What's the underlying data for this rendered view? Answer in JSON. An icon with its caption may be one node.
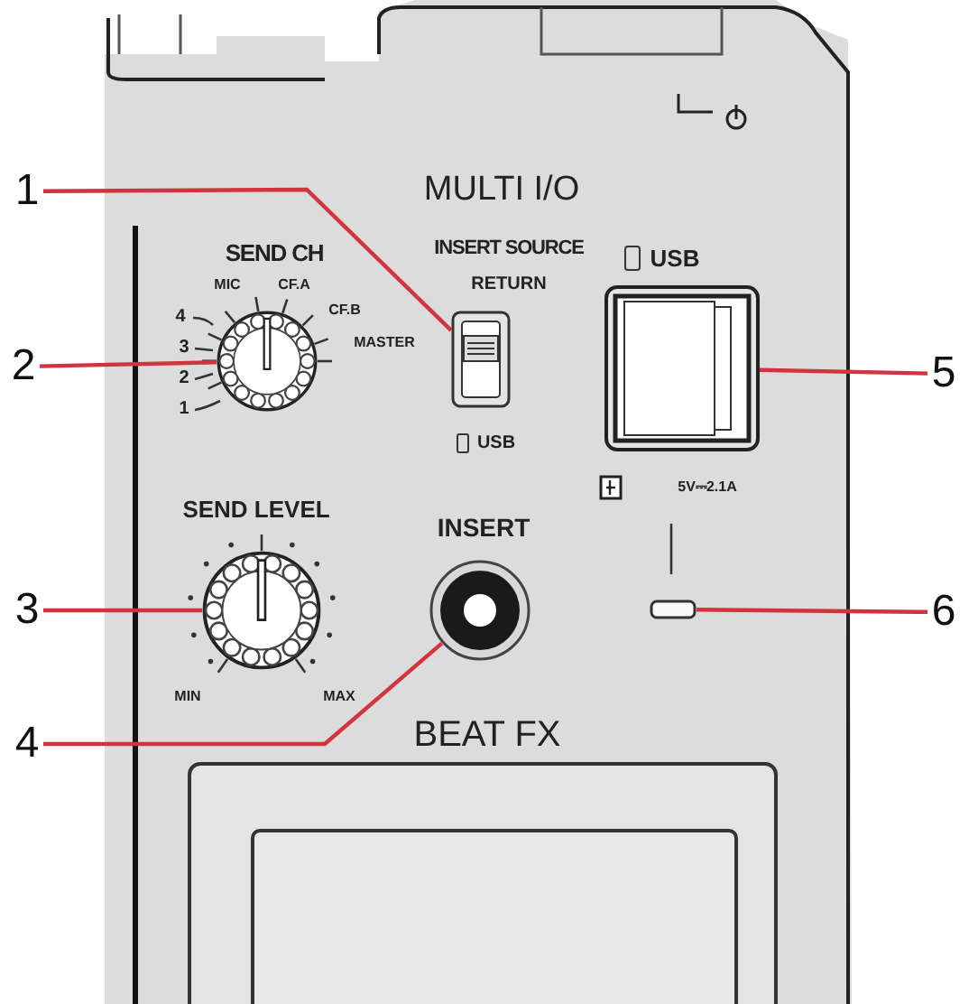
{
  "diagram": {
    "nodes": [
      {
        "text": [
          "1"
        ]
      },
      {
        "text": [
          "2"
        ]
      },
      {
        "text": [
          "3"
        ]
      },
      {
        "text": [
          "4"
        ]
      },
      {
        "text": [
          "5"
        ]
      },
      {
        "text": [
          "6"
        ]
      },
      {
        "text": [],
        "shape": "box"
      },
      {
        "text": [],
        "shape": "circle"
      },
      {
        "text": [],
        "shape": "circle"
      },
      {
        "text": [],
        "shape": "circle"
      },
      {
        "text": [],
        "shape": "box"
      },
      {
        "text": [],
        "shape": "box"
      }
    ],
    "edges": [
      {
        "from": 0,
        "to": 6,
        "arrow": "none"
      },
      {
        "from": 1,
        "to": 7,
        "arrow": "none"
      },
      {
        "from": 2,
        "to": 8,
        "arrow": "none"
      },
      {
        "from": 3,
        "to": 9,
        "arrow": "none"
      },
      {
        "from": 4,
        "to": 10,
        "arrow": "none"
      },
      {
        "from": 5,
        "to": 11,
        "arrow": "none"
      }
    ],
    "labels": [
      "MULTI I/O",
      "SEND CH",
      "MIC",
      "CF.A",
      "CF.B",
      "MASTER",
      "4",
      "3",
      "2",
      "1",
      "INSERT SOURCE",
      "RETURN",
      "USB",
      "USB",
      "5V⎓2.1A",
      "SEND LEVEL",
      "MIN",
      "MAX",
      "INSERT",
      "BEAT FX"
    ]
  }
}
